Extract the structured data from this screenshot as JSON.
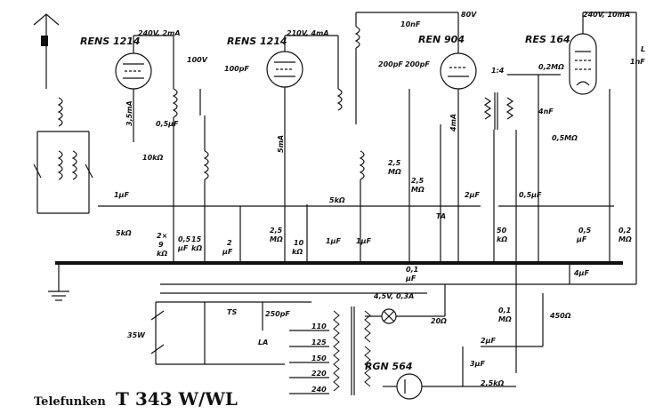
{
  "tubes": {
    "t1": "RENS 1214",
    "t2": "RENS 1214",
    "t3": "REN 904",
    "t4": "RES 164",
    "rect": "RGN 564"
  },
  "values": {
    "v_240_2mA": "240V, 2mA",
    "v_100V": "100V",
    "v_210_4mA": "210V, 4mA",
    "v_80V": "80V",
    "v_240_10mA": "240V, 10mA",
    "c_10nF": "10nF",
    "c_100pF": "100pF",
    "c_200pF_a": "200pF",
    "c_200pF_b": "200pF",
    "ratio": "1:4",
    "r_02M": "0,2MΩ",
    "c_1nF": "1nF",
    "c_4nF": "4nF",
    "r_05M_pot": "0,5MΩ",
    "i_35mA": "3,5mA",
    "c_05uF_top": "0,5μF",
    "r_10k": "10kΩ",
    "i_5mA": "5mA",
    "i_4mA": "4mA",
    "r_25M_a": "2,5",
    "r_25M_a2": "MΩ",
    "r_25M_b": "2,5",
    "r_25M_b2": "MΩ",
    "r_5k": "5kΩ",
    "c_1uF_a": "1μF",
    "pot_5k": "5kΩ",
    "r_2x9k": "2×",
    "r_2x9k_b": "9",
    "r_2x9k_c": "kΩ",
    "c_05uF_b": "0,5",
    "c_05uF_b2": "μF",
    "r_15k": "15",
    "r_15k2": "kΩ",
    "c_2uF": "2",
    "c_2uF2": "μF",
    "r_25M_c": "2,5",
    "r_25M_c2": "MΩ",
    "r_10k_b": "10",
    "r_10k_b2": "kΩ",
    "c_1uF_b": "1μF",
    "c_1uF_c": "1μF",
    "ta": "TA",
    "c_2uF_b": "2μF",
    "r_50k": "50",
    "r_50k2": "kΩ",
    "c_05uF_c": "0,5μF",
    "c_05uF_d": "0,5",
    "c_05uF_d2": "μF",
    "r_02M_b": "0,2",
    "r_02M_b2": "MΩ",
    "c_01uF": "0,1",
    "c_01uF2": "μF",
    "c_4uF": "4μF",
    "lamp": "4,5V, 0,3A",
    "r_20": "20Ω",
    "ts": "TS",
    "c_250pF": "250pF",
    "la": "LA",
    "power": "35W",
    "tap110": "110",
    "tap125": "125",
    "tap150": "150",
    "tap220": "220",
    "tap240": "240",
    "r_01M": "0,1",
    "r_01M2": "MΩ",
    "r_450": "450Ω",
    "c_2uF_c": "2μF",
    "c_3uF": "3μF",
    "r_25k": "2,5kΩ",
    "l_top": "L"
  },
  "title": {
    "brand": "Telefunken",
    "model": "T 343 W/WL"
  }
}
